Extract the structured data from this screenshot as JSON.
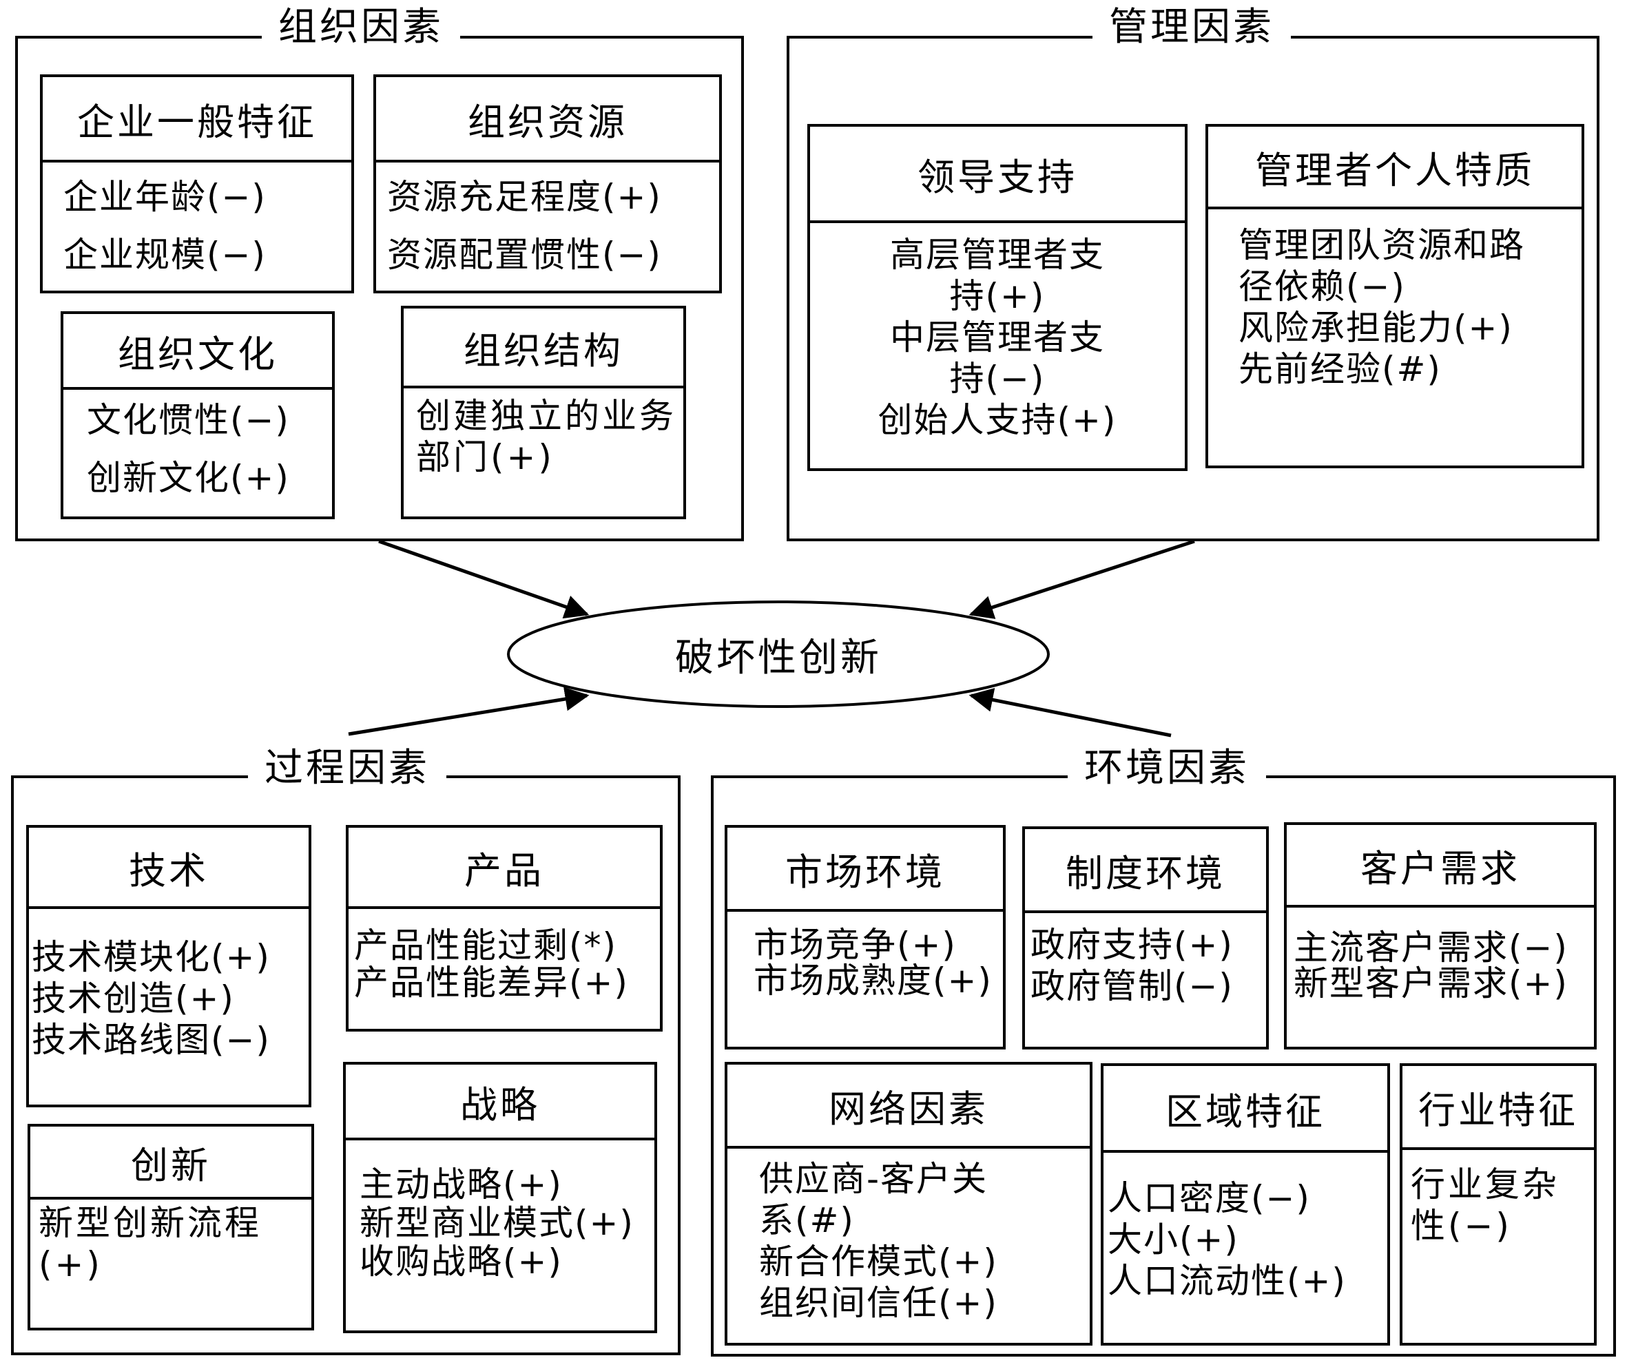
{
  "center": {
    "label": "破坏性创新"
  },
  "groups": {
    "organization": {
      "title": "组织因素",
      "boxes": {
        "general": {
          "title": "企业一般特征",
          "items": [
            "企业年龄(−)",
            "企业规模(−)"
          ]
        },
        "resources": {
          "title": "组织资源",
          "items": [
            "资源充足程度(+)",
            "资源配置惯性(−)"
          ]
        },
        "culture": {
          "title": "组织文化",
          "items": [
            "文化惯性(−)",
            "创新文化(+)"
          ]
        },
        "structure": {
          "title": "组织结构",
          "items": [
            "创建独立的业务部门(+)"
          ]
        }
      }
    },
    "management": {
      "title": "管理因素",
      "boxes": {
        "leadership": {
          "title": "领导支持",
          "items": [
            "高层管理者支持(+)",
            "中层管理者支持(−)",
            "创始人支持(+)"
          ]
        },
        "traits": {
          "title": "管理者个人特质",
          "items": [
            "管理团队资源和路径依赖(−)",
            "风险承担能力(+)",
            "先前经验(#)"
          ]
        }
      }
    },
    "process": {
      "title": "过程因素",
      "boxes": {
        "technology": {
          "title": "技术",
          "items": [
            "技术模块化(+)",
            "技术创造(+)",
            "技术路线图(−)"
          ]
        },
        "product": {
          "title": "产品",
          "items": [
            "产品性能过剩(*)",
            "产品性能差异(+)"
          ]
        },
        "innovation": {
          "title": "创新",
          "items": [
            "新型创新流程(+)"
          ]
        },
        "strategy": {
          "title": "战略",
          "items": [
            "主动战略(+)",
            "新型商业模式(+)",
            "收购战略(+)"
          ]
        }
      }
    },
    "environment": {
      "title": "环境因素",
      "boxes": {
        "market": {
          "title": "市场环境",
          "items": [
            "市场竞争(+)",
            "市场成熟度(+)"
          ]
        },
        "institution": {
          "title": "制度环境",
          "items": [
            "政府支持(+)",
            "政府管制(−)"
          ]
        },
        "customer": {
          "title": "客户需求",
          "items": [
            "主流客户需求(−)",
            "新型客户需求(+)"
          ]
        },
        "network": {
          "title": "网络因素",
          "items": [
            "供应商-客户关系(#)",
            "新合作模式(+)",
            "组织间信任(+)"
          ]
        },
        "region": {
          "title": "区域特征",
          "items": [
            "人口密度(−)",
            "大小(+)",
            "人口流动性(+)"
          ]
        },
        "industry": {
          "title": "行业特征",
          "items": [
            "行业复杂性(−)"
          ]
        }
      }
    }
  }
}
